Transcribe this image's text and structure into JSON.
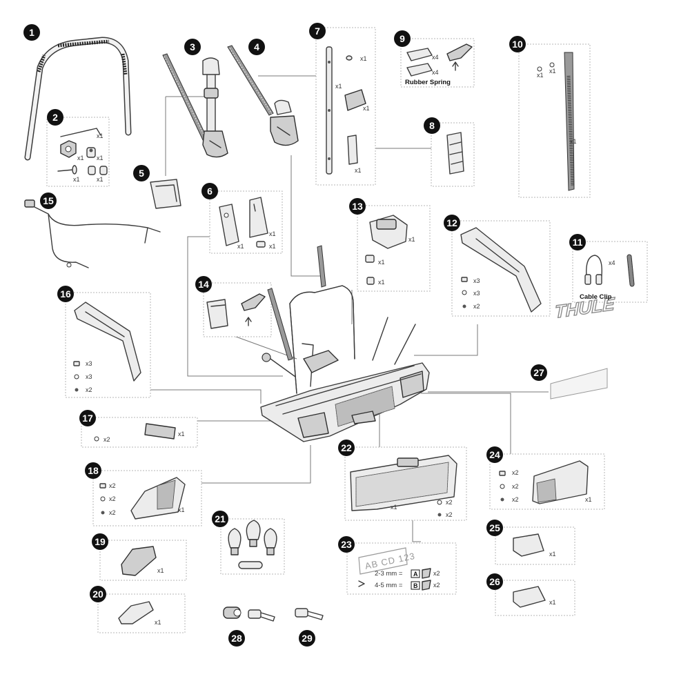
{
  "parts": [
    {
      "num": "1"
    },
    {
      "num": "2"
    },
    {
      "num": "3"
    },
    {
      "num": "4"
    },
    {
      "num": "5"
    },
    {
      "num": "6"
    },
    {
      "num": "7"
    },
    {
      "num": "8"
    },
    {
      "num": "9"
    },
    {
      "num": "10"
    },
    {
      "num": "11"
    },
    {
      "num": "12"
    },
    {
      "num": "13"
    },
    {
      "num": "14"
    },
    {
      "num": "15"
    },
    {
      "num": "16"
    },
    {
      "num": "17"
    },
    {
      "num": "18"
    },
    {
      "num": "19"
    },
    {
      "num": "20"
    },
    {
      "num": "21"
    },
    {
      "num": "22"
    },
    {
      "num": "23"
    },
    {
      "num": "24"
    },
    {
      "num": "25"
    },
    {
      "num": "26"
    },
    {
      "num": "27"
    },
    {
      "num": "28"
    },
    {
      "num": "29"
    }
  ],
  "labels": {
    "rubber_spring": "Rubber Spring",
    "cable_clip": "Cable Clip",
    "brand": "THULE",
    "plate": "AB CD 123",
    "thickness_small": "2-3 mm =",
    "thickness_large": "4-5 mm =",
    "key_a": "A",
    "key_b": "B"
  },
  "quantities": {
    "x1": "x1",
    "x2": "x2",
    "x3": "x3",
    "x4": "x4"
  }
}
